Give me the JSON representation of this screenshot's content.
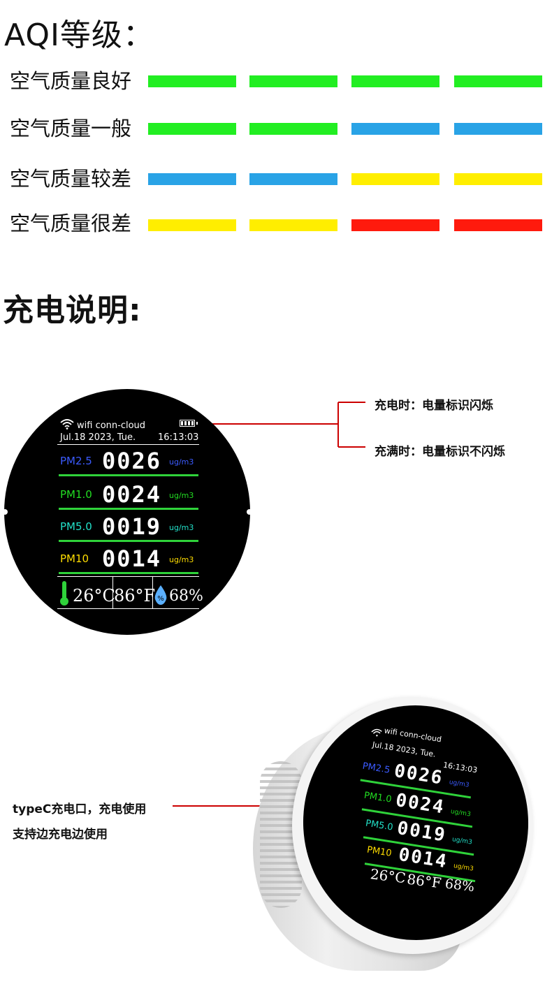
{
  "aqi": {
    "title": "AQI等级：",
    "colors": {
      "green": "#22ee22",
      "blue": "#29a3e6",
      "yellow": "#ffee00",
      "red": "#ff1a0d"
    },
    "rows": [
      {
        "label": "空气质量良好",
        "bars": [
          "green",
          "green",
          "green",
          "green"
        ]
      },
      {
        "label": "空气质量一般",
        "bars": [
          "green",
          "green",
          "blue",
          "blue"
        ]
      },
      {
        "label": "空气质量较差",
        "bars": [
          "blue",
          "blue",
          "yellow",
          "yellow"
        ]
      },
      {
        "label": "空气质量很差",
        "bars": [
          "yellow",
          "yellow",
          "red",
          "red"
        ]
      }
    ]
  },
  "charging": {
    "title": "充电说明:",
    "charging_note": "充电时：电量标识闪烁",
    "full_note": "充满时：电量标识不闪烁",
    "port_note_1": "typeC充电口，充电使用",
    "port_note_2": "支持边充电边使用",
    "line_color": "#cc0000"
  },
  "device": {
    "wifi_icon": "wifi-icon",
    "wifi_name": "wifi conn-cloud",
    "battery_icon": "battery-icon",
    "date": "Jul.18  2023,  Tue.",
    "time": "16:13:03",
    "readings": [
      {
        "label": "PM2.5",
        "value": "0026",
        "unit": "ug/m3",
        "color": "#3b5bff"
      },
      {
        "label": "PM1.0",
        "value": "0024",
        "unit": "ug/m3",
        "color": "#22dd22"
      },
      {
        "label": "PM5.0",
        "value": "0019",
        "unit": "ug/m3",
        "color": "#22e0c8"
      },
      {
        "label": "PM10",
        "value": "0014",
        "unit": "ug/m3",
        "color": "#ffdd00"
      }
    ],
    "temp_c": "26°C",
    "temp_f": "86°F",
    "humidity": "68%",
    "thermometer_icon": "thermometer-icon",
    "humidity_icon": "water-drop-icon"
  }
}
